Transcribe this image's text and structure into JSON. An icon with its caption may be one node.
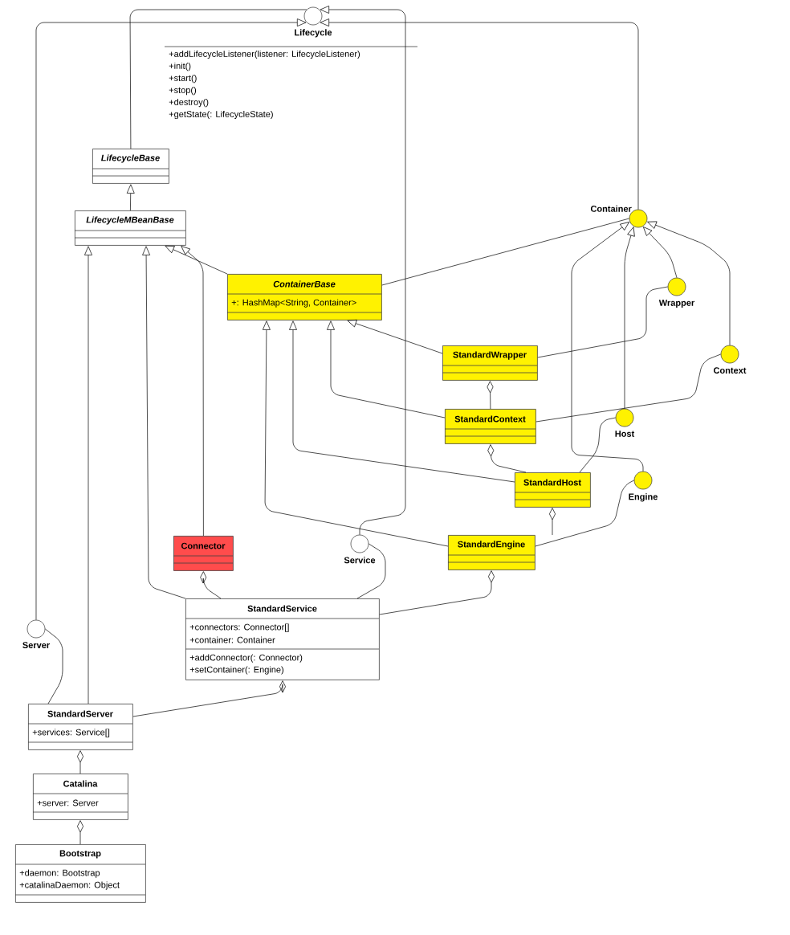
{
  "diagram": {
    "nodes": [
      {
        "text": [
          "Lifecycle"
        ],
        "beside": [
          "+addLifecycleListener(listener: LifecycleListener)",
          "+init()",
          "+start()",
          "+stop()",
          "+destroy()",
          "+getState(: LifecycleState)"
        ]
      },
      {
        "text": [
          "LifecycleBase"
        ]
      },
      {
        "text": [
          "LifecycleMBeanBase"
        ]
      },
      {
        "text": [
          "ContainerBase",
          "+: HashMap<String, Container>"
        ]
      },
      {
        "text": [
          "Container"
        ]
      },
      {
        "text": [
          "Wrapper"
        ]
      },
      {
        "text": [
          "StandardWrapper"
        ]
      },
      {
        "text": [
          "Context"
        ]
      },
      {
        "text": [
          "StandardContext"
        ]
      },
      {
        "text": [
          "Host"
        ]
      },
      {
        "text": [
          "StandardHost"
        ]
      },
      {
        "text": [
          "Engine"
        ]
      },
      {
        "text": [
          "StandardEngine"
        ]
      },
      {
        "text": [
          "Connector"
        ]
      },
      {
        "text": [
          "Service"
        ]
      },
      {
        "text": [
          "StandardService",
          "+connectors: Connector[]",
          "+container: Container",
          "+addConnector(: Connector)",
          "+setContainer(: Engine)"
        ]
      },
      {
        "text": [
          "Server"
        ]
      },
      {
        "text": [
          "StandardServer",
          "+services: Service[]"
        ]
      },
      {
        "text": [
          "Catalina",
          "+server: Server"
        ]
      },
      {
        "text": [
          "Bootstrap",
          "+daemon: Bootstrap",
          "+catalinaDaemon: Object"
        ]
      }
    ],
    "edges": [
      {
        "from": 1,
        "to": 0,
        "arrow": "none"
      },
      {
        "from": 2,
        "to": 1,
        "arrow": "to"
      },
      {
        "from": 3,
        "to": 2,
        "arrow": "to"
      },
      {
        "from": 13,
        "to": 2,
        "arrow": "to"
      },
      {
        "from": 15,
        "to": 2,
        "arrow": "to"
      },
      {
        "from": 17,
        "to": 2,
        "arrow": "to"
      },
      {
        "from": 16,
        "to": 0,
        "arrow": "to"
      },
      {
        "from": 14,
        "to": 0,
        "arrow": "to"
      },
      {
        "from": 4,
        "to": 0,
        "arrow": "to"
      },
      {
        "from": 3,
        "to": 4,
        "arrow": "none"
      },
      {
        "from": 5,
        "to": 4,
        "arrow": "to"
      },
      {
        "from": 7,
        "to": 4,
        "arrow": "to"
      },
      {
        "from": 9,
        "to": 4,
        "arrow": "to"
      },
      {
        "from": 11,
        "to": 4,
        "arrow": "to"
      },
      {
        "from": 6,
        "to": 3,
        "arrow": "to"
      },
      {
        "from": 8,
        "to": 3,
        "arrow": "to"
      },
      {
        "from": 10,
        "to": 3,
        "arrow": "to"
      },
      {
        "from": 12,
        "to": 3,
        "arrow": "to"
      },
      {
        "from": 6,
        "to": 5,
        "arrow": "none"
      },
      {
        "from": 8,
        "to": 7,
        "arrow": "none"
      },
      {
        "from": 10,
        "to": 9,
        "arrow": "none"
      },
      {
        "from": 12,
        "to": 11,
        "arrow": "none"
      },
      {
        "from": 15,
        "to": 14,
        "arrow": "none"
      },
      {
        "from": 17,
        "to": 16,
        "arrow": "none"
      },
      {
        "from": 8,
        "to": 6,
        "arrow": "other"
      },
      {
        "from": 10,
        "to": 8,
        "arrow": "other"
      },
      {
        "from": 12,
        "to": 10,
        "arrow": "other"
      },
      {
        "from": 15,
        "to": 12,
        "arrow": "other"
      },
      {
        "from": 15,
        "to": 13,
        "arrow": "other"
      },
      {
        "from": 17,
        "to": 15,
        "arrow": "other"
      },
      {
        "from": 18,
        "to": 17,
        "arrow": "other"
      },
      {
        "from": 19,
        "to": 18,
        "arrow": "other"
      }
    ]
  }
}
